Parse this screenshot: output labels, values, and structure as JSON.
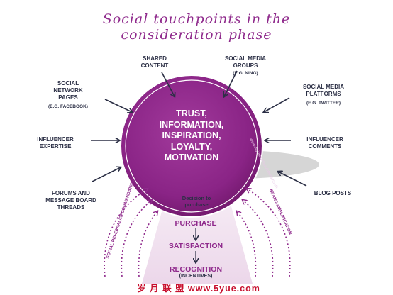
{
  "title": {
    "line1": "Social touchpoints in the",
    "line2": "consideration phase"
  },
  "touchpoints": {
    "shared_content": {
      "line1": "SHARED",
      "line2": "CONTENT"
    },
    "social_media_groups": {
      "line1": "SOCIAL MEDIA",
      "line2": "GROUPS",
      "example": "(E.G. NING)"
    },
    "social_network_pages": {
      "line1": "SOCIAL",
      "line2": "NETWORK",
      "line3": "PAGES",
      "example": "(E.G. FACEBOOK)"
    },
    "social_media_platforms": {
      "line1": "SOCIAL MEDIA",
      "line2": "PLATFORMS",
      "example": "(E.G. TWITTER)"
    },
    "influencer_expertise": {
      "line1": "INFLUENCER",
      "line2": "EXPERTISE"
    },
    "influencer_comments": {
      "line1": "INFLUENCER",
      "line2": "COMMENTS"
    },
    "forums": {
      "line1": "FORUMS AND",
      "line2": "MESSAGE BOARD",
      "line3": "THREADS"
    },
    "blog_posts": {
      "line1": "BLOG POSTS"
    }
  },
  "center": {
    "line1": "TRUST,",
    "line2": "INFORMATION,",
    "line3": "INSPIRATION,",
    "line4": "LOYALTY,",
    "line5": "MOTIVATION",
    "url": "www.digitalmediasolutions.co.uk"
  },
  "funnel": {
    "decision_line1": "Decision to",
    "decision_line2": "purchase",
    "purchase": "PURCHASE",
    "satisfaction": "SATISFACTION",
    "recognition": "RECOGNITION",
    "incentives": "(INCENTIVES)"
  },
  "side_labels": {
    "left": "SOCIAL REFERRAL/RECOMMENDATION",
    "right": "BRAND AMPLIFICATION"
  },
  "watermark": "岁 月 联 盟  www.5yue.com",
  "colors": {
    "purple": "#8f2a8c",
    "dark_purple": "#6e1668",
    "arrow": "#2b2f45",
    "watermark": "#c8102e"
  }
}
